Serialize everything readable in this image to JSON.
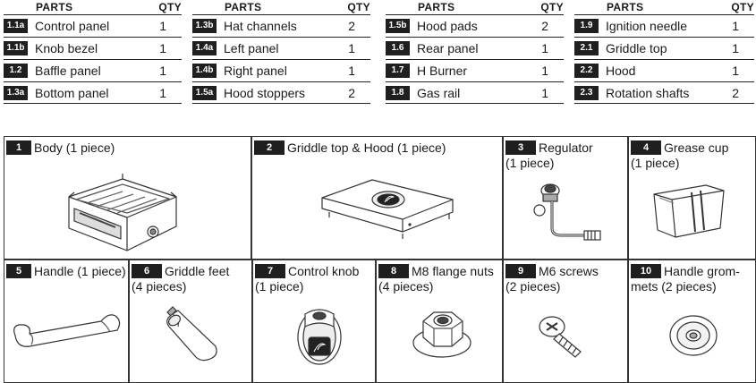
{
  "parts_table": {
    "header_parts": "PARTS",
    "header_qty": "QTY",
    "columns": [
      [
        {
          "code": "1.1a",
          "name": "Control panel",
          "qty": "1"
        },
        {
          "code": "1.1b",
          "name": "Knob bezel",
          "qty": "1"
        },
        {
          "code": "1.2",
          "name": "Baffle panel",
          "qty": "1"
        },
        {
          "code": "1.3a",
          "name": "Bottom panel",
          "qty": "1"
        }
      ],
      [
        {
          "code": "1.3b",
          "name": "Hat channels",
          "qty": "2"
        },
        {
          "code": "1.4a",
          "name": "Left panel",
          "qty": "1"
        },
        {
          "code": "1.4b",
          "name": "Right panel",
          "qty": "1"
        },
        {
          "code": "1.5a",
          "name": "Hood stoppers",
          "qty": "2"
        }
      ],
      [
        {
          "code": "1.5b",
          "name": "Hood pads",
          "qty": "2"
        },
        {
          "code": "1.6",
          "name": "Rear panel",
          "qty": "1"
        },
        {
          "code": "1.7",
          "name": "H Burner",
          "qty": "1"
        },
        {
          "code": "1.8",
          "name": "Gas rail",
          "qty": "1"
        }
      ],
      [
        {
          "code": "1.9",
          "name": "Ignition needle",
          "qty": "1"
        },
        {
          "code": "2.1",
          "name": "Griddle top",
          "qty": "1"
        },
        {
          "code": "2.2",
          "name": "Hood",
          "qty": "1"
        },
        {
          "code": "2.3",
          "name": "Rotation shafts",
          "qty": "2"
        }
      ]
    ]
  },
  "contents": [
    {
      "num": "1",
      "line1": "Body (1 piece)",
      "line2": "",
      "icon": "griddle-body-icon"
    },
    {
      "num": "2",
      "line1": "Griddle top & Hood (1 piece)",
      "line2": "",
      "icon": "griddle-hood-icon"
    },
    {
      "num": "3",
      "line1": "Regulator",
      "line2": "(1 piece)",
      "icon": "regulator-icon"
    },
    {
      "num": "4",
      "line1": "Grease cup",
      "line2": "(1 piece)",
      "icon": "grease-cup-icon"
    },
    {
      "num": "5",
      "line1": "Handle (1 piece)",
      "line2": "",
      "icon": "handle-icon"
    },
    {
      "num": "6",
      "line1": "Griddle feet",
      "line2": "(4 pieces)",
      "icon": "griddle-foot-icon"
    },
    {
      "num": "7",
      "line1": "Control knob",
      "line2": "(1 piece)",
      "icon": "control-knob-icon"
    },
    {
      "num": "8",
      "line1": "M8 flange nuts",
      "line2": "(4 pieces)",
      "icon": "flange-nut-icon"
    },
    {
      "num": "9",
      "line1": "M6 screws",
      "line2": "(2 pieces)",
      "icon": "screw-icon"
    },
    {
      "num": "10",
      "line1": "Handle grom-",
      "line2": "mets (2 pieces)",
      "icon": "grommet-icon"
    }
  ]
}
